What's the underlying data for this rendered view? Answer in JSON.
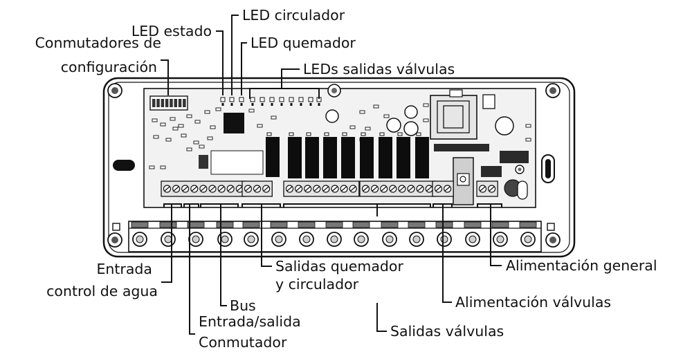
{
  "labels": {
    "led_estado": "LED estado",
    "led_circulador": "LED circulador",
    "led_quemador": "LED quemador",
    "conmutadores_l1": "Conmutadores de",
    "conmutadores_l2": "configuración",
    "leds_salidas": "LEDs salidas válvulas",
    "entrada_agua_l1": "Entrada",
    "entrada_agua_l2": "control de agua",
    "bus": "Bus",
    "es_conmutador_l1": "Entrada/salida",
    "es_conmutador_l2": "Conmutador",
    "salidas_quemador_l1": "Salidas quemador",
    "salidas_quemador_l2": "y circulador",
    "salidas_valvulas": "Salidas válvulas",
    "alim_valvulas": "Alimentación válvulas",
    "alim_general": "Alimentación general"
  },
  "colors": {
    "ink": "#111111",
    "board": "#f2f2f2",
    "relay": "#0d0d0d",
    "terminal": "#e4e4e4",
    "housing": "#ffffff"
  }
}
